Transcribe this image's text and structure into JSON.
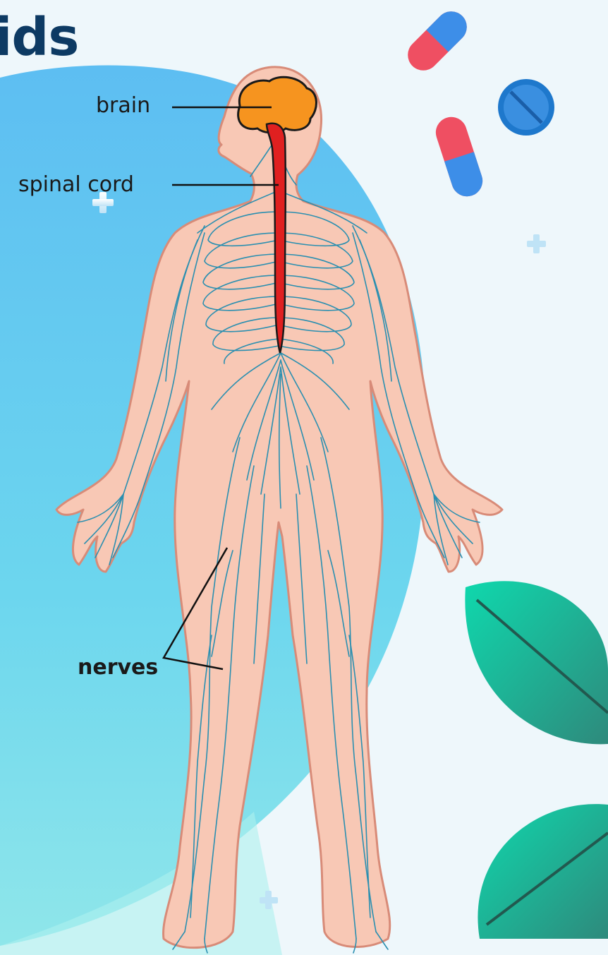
{
  "title": "ids",
  "labels": {
    "brain": "brain",
    "spinal_cord": "spinal cord",
    "nerves": "nerves"
  },
  "icons": [
    "plus-icon",
    "capsule-icon",
    "tablet-icon",
    "leaf-icon"
  ],
  "colors": {
    "background": "#eef7fb",
    "blob": "#6fd3ee",
    "skin": "#f8c8b5",
    "skin_outline": "#d88b78",
    "brain": "#f6941f",
    "spinal_cord": "#e02020",
    "nerves": "#2a8fb0",
    "title": "#0d3a63",
    "capsule_red": "#ef4f62",
    "capsule_blue": "#3d8ee8",
    "leaf": "#18c9a6"
  }
}
